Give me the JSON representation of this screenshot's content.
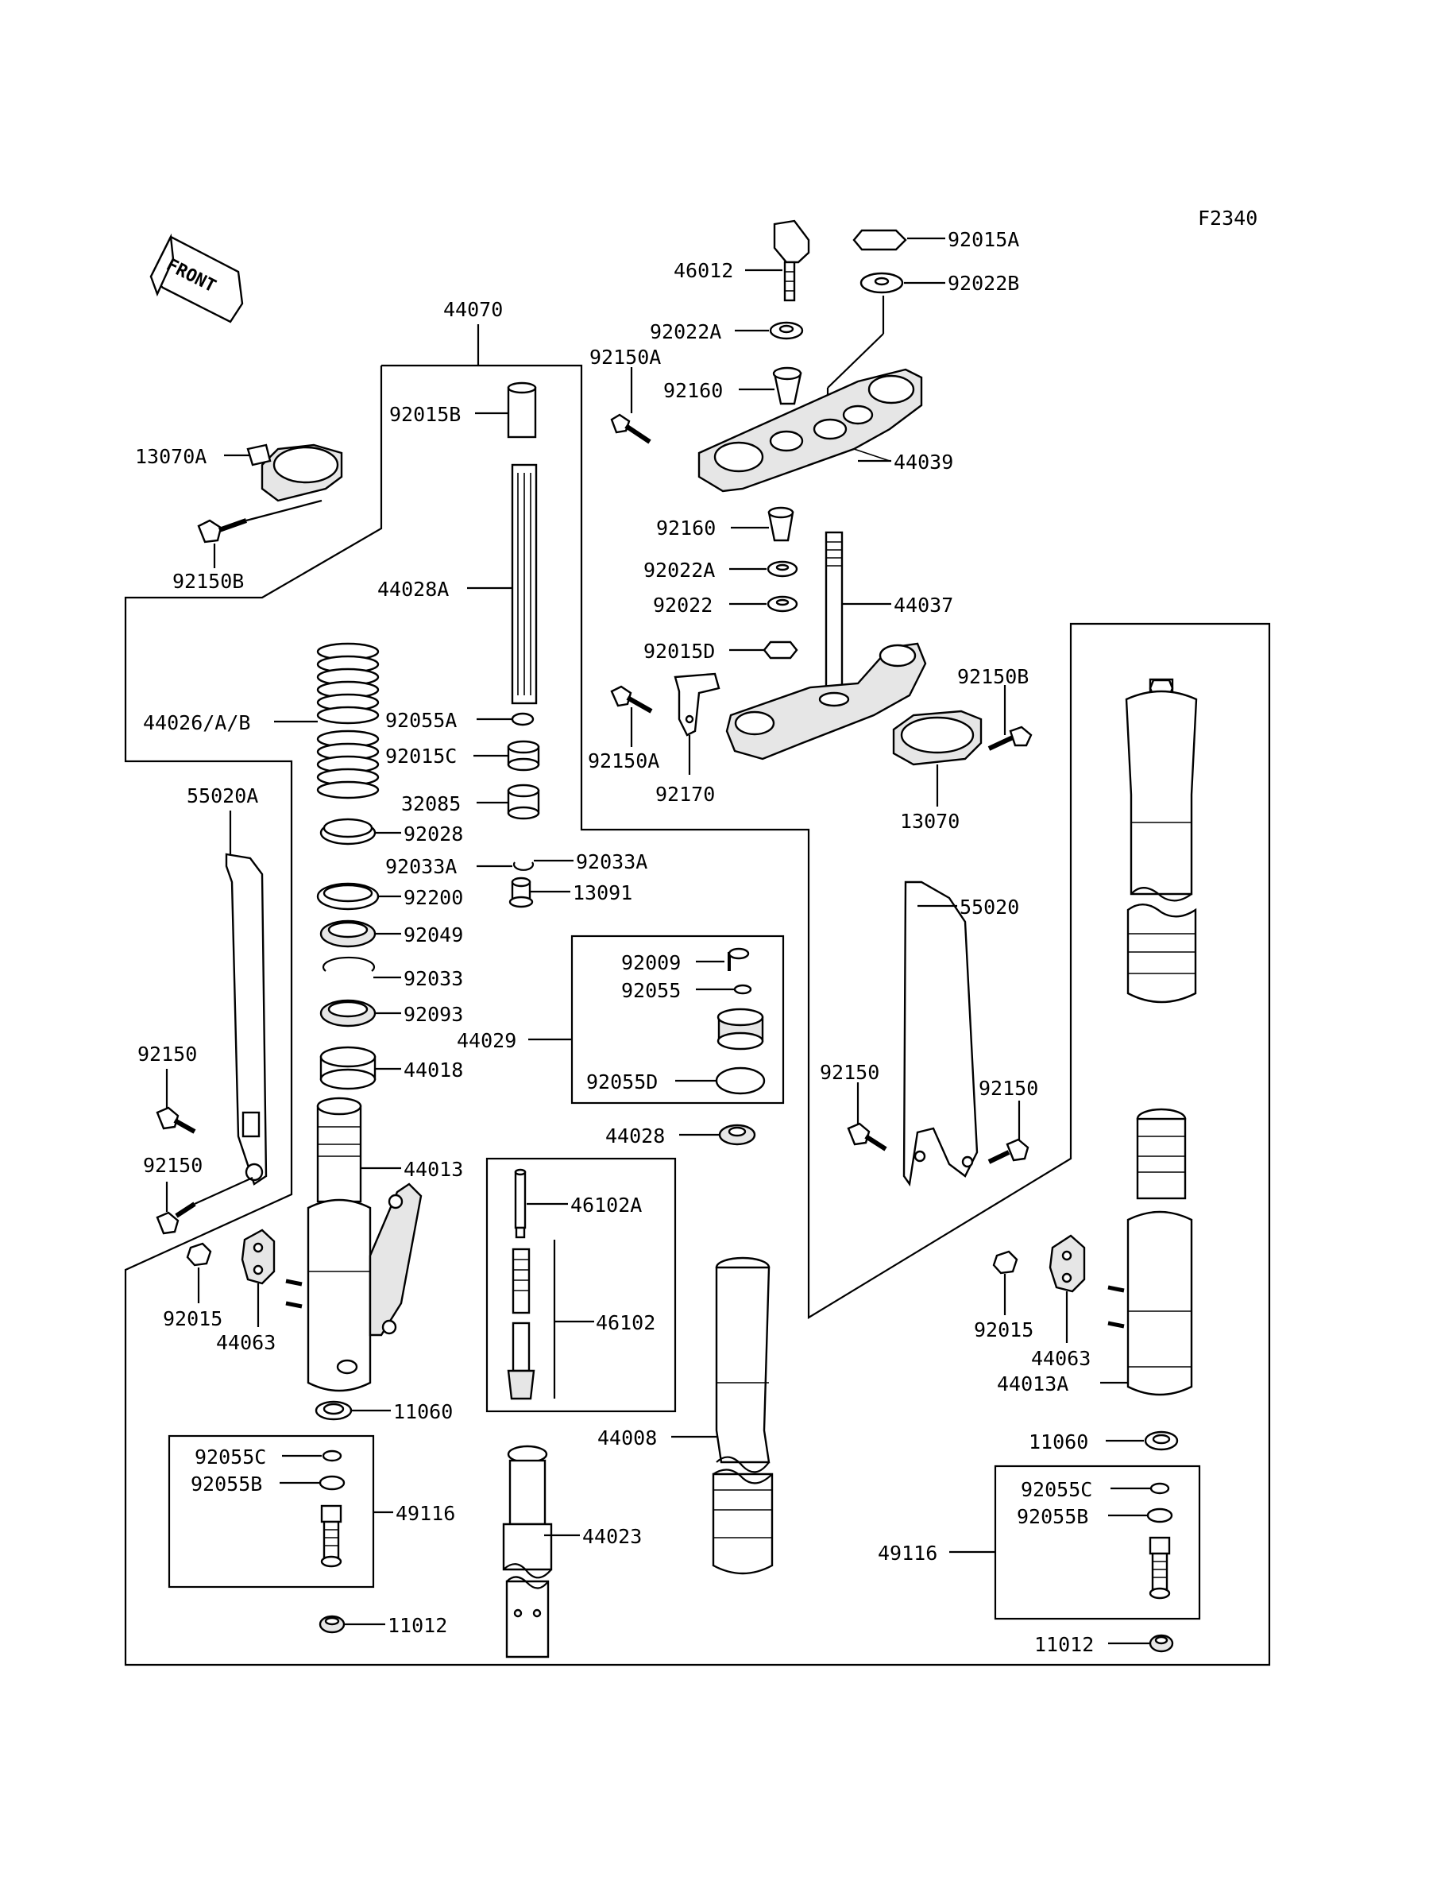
{
  "figure_code": "F2340",
  "front_label": "FRONT",
  "labels": {
    "l46012": "46012",
    "l92015A": "92015A",
    "l92022B": "92022B",
    "l92022A_top": "92022A",
    "l92150A_top": "92150A",
    "l92160_top": "92160",
    "l44039": "44039",
    "l44070": "44070",
    "l92015B": "92015B",
    "l13070A": "13070A",
    "l92150B_left": "92150B",
    "l44028A": "44028A",
    "l92160_mid": "92160",
    "l92022A_mid": "92022A",
    "l92022": "92022",
    "l44037": "44037",
    "l92015D": "92015D",
    "l92150B_right": "92150B",
    "l44026": "44026/A/B",
    "l92055A": "92055A",
    "l92150A_mid": "92150A",
    "l92015C": "92015C",
    "l92170": "92170",
    "l32085": "32085",
    "l13070": "13070",
    "l55020A": "55020A",
    "l92028": "92028",
    "l92033A_left": "92033A",
    "l92033A_right": "92033A",
    "l92200": "92200",
    "l13091": "13091",
    "l55020": "55020",
    "l92049": "92049",
    "l92009": "92009",
    "l92033": "92033",
    "l92055": "92055",
    "l92093": "92093",
    "l44029": "44029",
    "l92150_left1": "92150",
    "l44018": "44018",
    "l92055D": "92055D",
    "l92150_r1": "92150",
    "l92150_r2": "92150",
    "l44028": "44028",
    "l92150_left2": "92150",
    "l44013": "44013",
    "l46102A": "46102A",
    "l46102": "46102",
    "l92015_left": "92015",
    "l44063_left": "44063",
    "l92015_right": "92015",
    "l44063_right": "44063",
    "l44013A": "44013A",
    "l11060_left": "11060",
    "l11060_right": "11060",
    "l44008": "44008",
    "l92055C_left": "92055C",
    "l92055B_left": "92055B",
    "l92055C_right": "92055C",
    "l92055B_right": "92055B",
    "l49116_left": "49116",
    "l49116_right": "49116",
    "l44023": "44023",
    "l11012_left": "11012",
    "l11012_right": "11012"
  }
}
